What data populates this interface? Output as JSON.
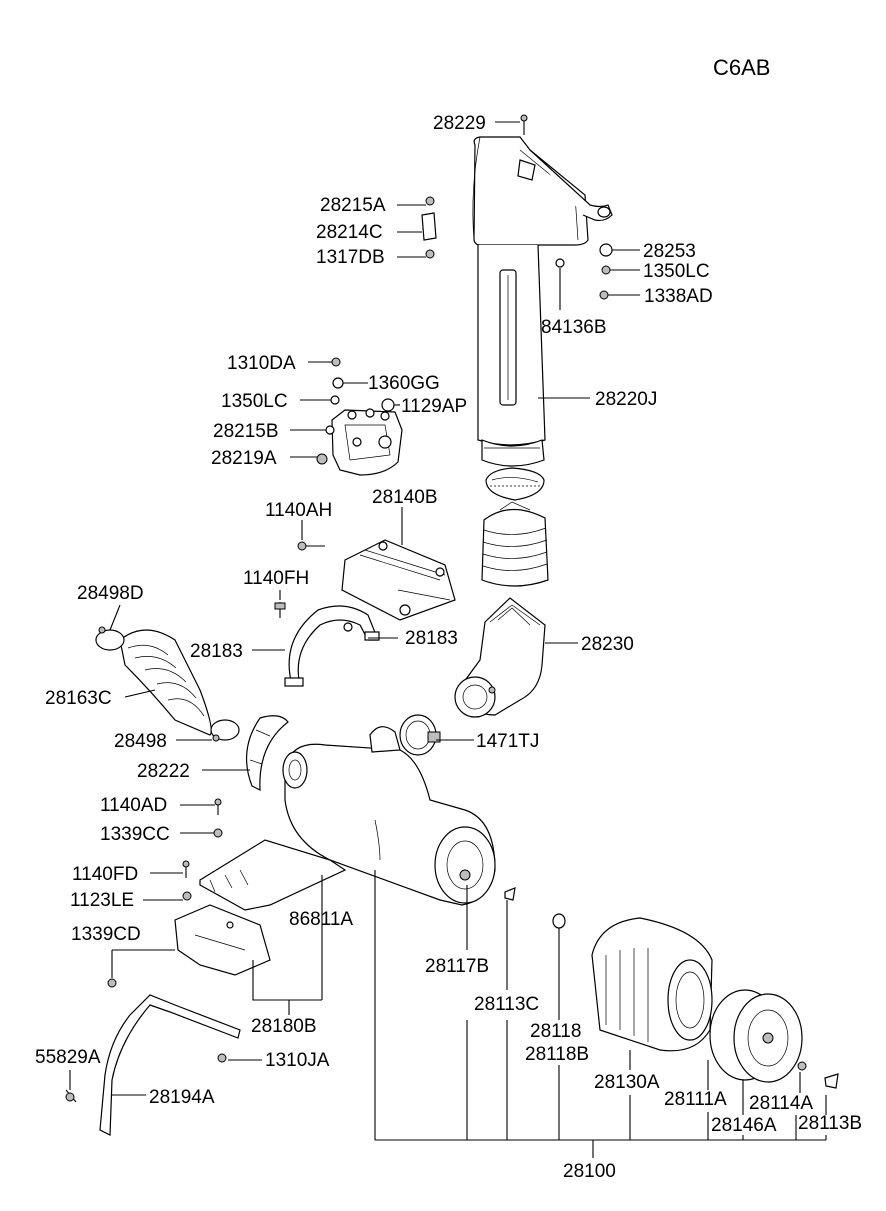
{
  "diagram": {
    "code": "C6AB",
    "labels": {
      "p28229": "28229",
      "p28215A": "28215A",
      "p28214C": "28214C",
      "p1317DB": "1317DB",
      "p28253": "28253",
      "p1350LC_a": "1350LC",
      "p1338AD": "1338AD",
      "p84136B": "84136B",
      "p1310DA": "1310DA",
      "p1360GG": "1360GG",
      "p1350LC_b": "1350LC",
      "p1129AP": "1129AP",
      "p28220J": "28220J",
      "p28215B": "28215B",
      "p28219A": "28219A",
      "p1140AH": "1140AH",
      "p28140B": "28140B",
      "p1140FH": "1140FH",
      "p28498D": "28498D",
      "p28183_a": "28183",
      "p28183_b": "28183",
      "p28230": "28230",
      "p28163C": "28163C",
      "p28498": "28498",
      "p1471TJ": "1471TJ",
      "p28222": "28222",
      "p1140AD": "1140AD",
      "p1339CC": "1339CC",
      "p1140FD": "1140FD",
      "p1123LE": "1123LE",
      "p86811A": "86811A",
      "p1339CD": "1339CD",
      "p28117B": "28117B",
      "p28113C": "28113C",
      "p28118": "28118",
      "p28118B": "28118B",
      "p28180B": "28180B",
      "p55829A": "55829A",
      "p1310JA": "1310JA",
      "p28130A": "28130A",
      "p28111A": "28111A",
      "p28114A": "28114A",
      "p28194A": "28194A",
      "p28146A": "28146A",
      "p28113B": "28113B",
      "p28100": "28100"
    }
  }
}
